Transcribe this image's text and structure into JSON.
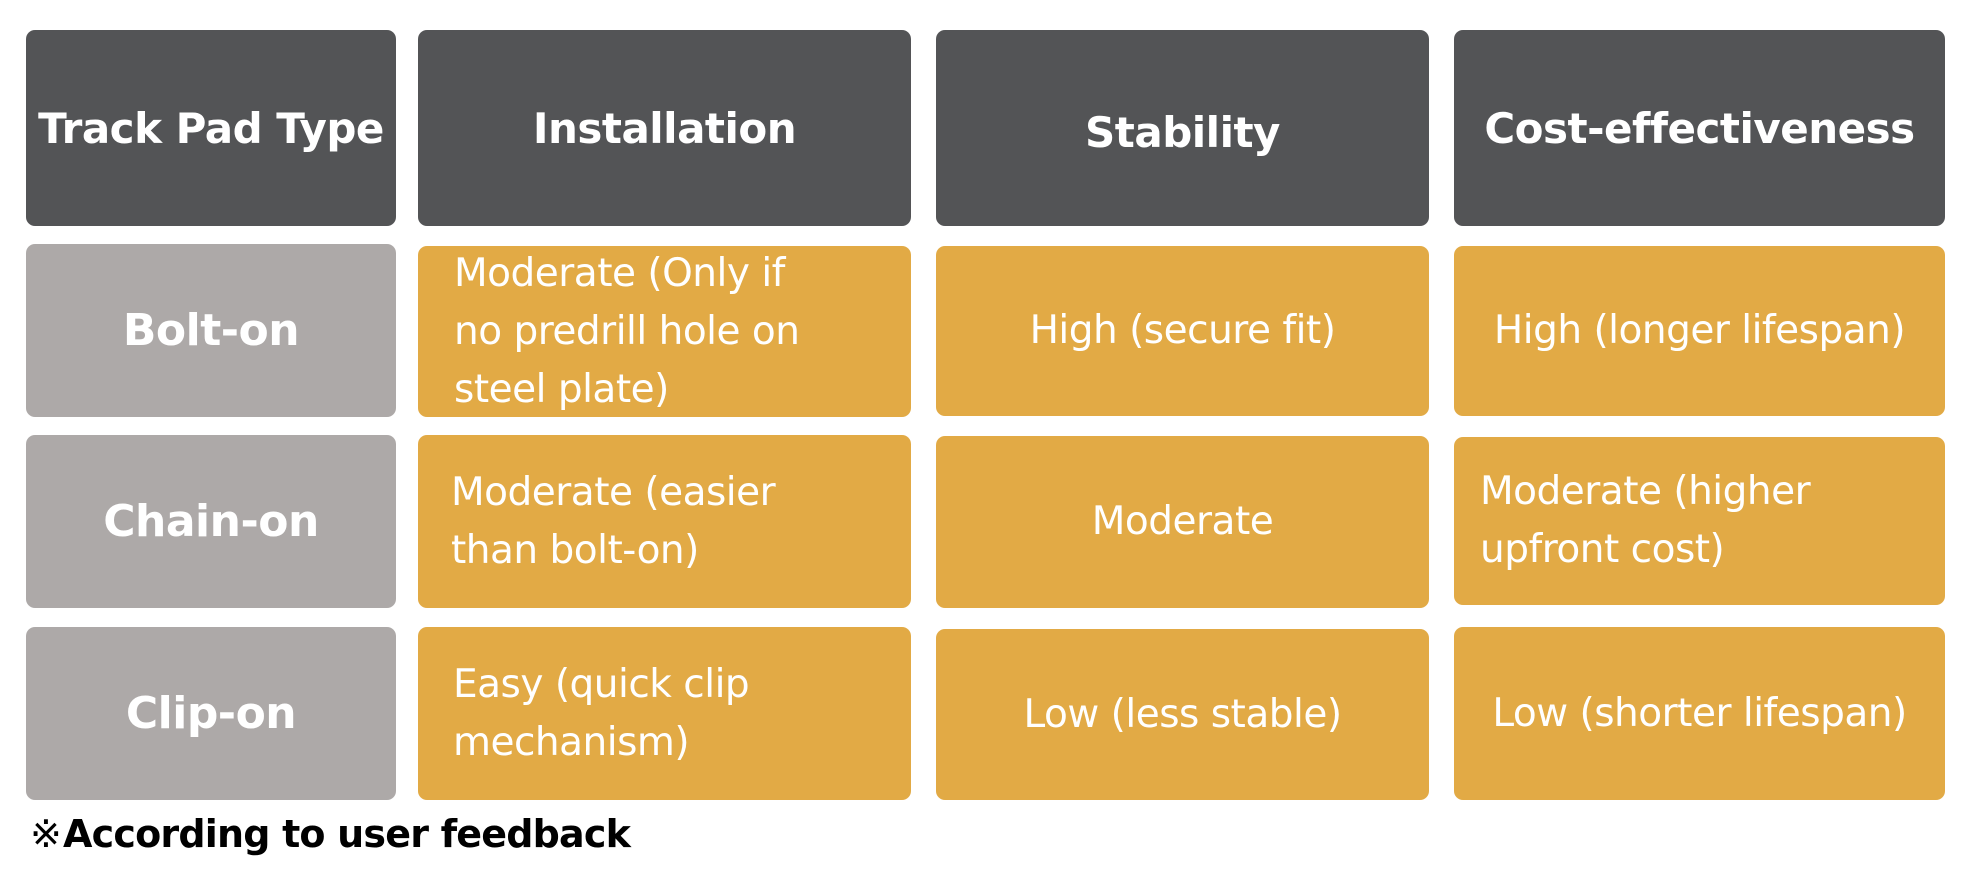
{
  "table": {
    "headers": [
      "Track Pad Type",
      "Installation",
      "Stability",
      "Cost-effectiveness"
    ],
    "rows": [
      {
        "type": "Bolt-on",
        "installation": "Moderate (Only if no predrill hole on steel plate)",
        "stability": "High (secure fit)",
        "cost": "High (longer lifespan)"
      },
      {
        "type": "Chain-on",
        "installation": "Moderate (easier than bolt-on)",
        "stability": "Moderate",
        "cost": "Moderate (higher upfront cost)"
      },
      {
        "type": "Clip-on",
        "installation": "Easy (quick clip mechanism)",
        "stability": "Low (less stable)",
        "cost": "Low (shorter lifespan)"
      }
    ]
  },
  "footnote": {
    "mark": "※",
    "text": "According to user feedback"
  },
  "colors": {
    "header_bg": "#535456",
    "label_bg": "#ADA9A8",
    "value_bg": "#E2AA45",
    "text": "#FFFFFF"
  }
}
